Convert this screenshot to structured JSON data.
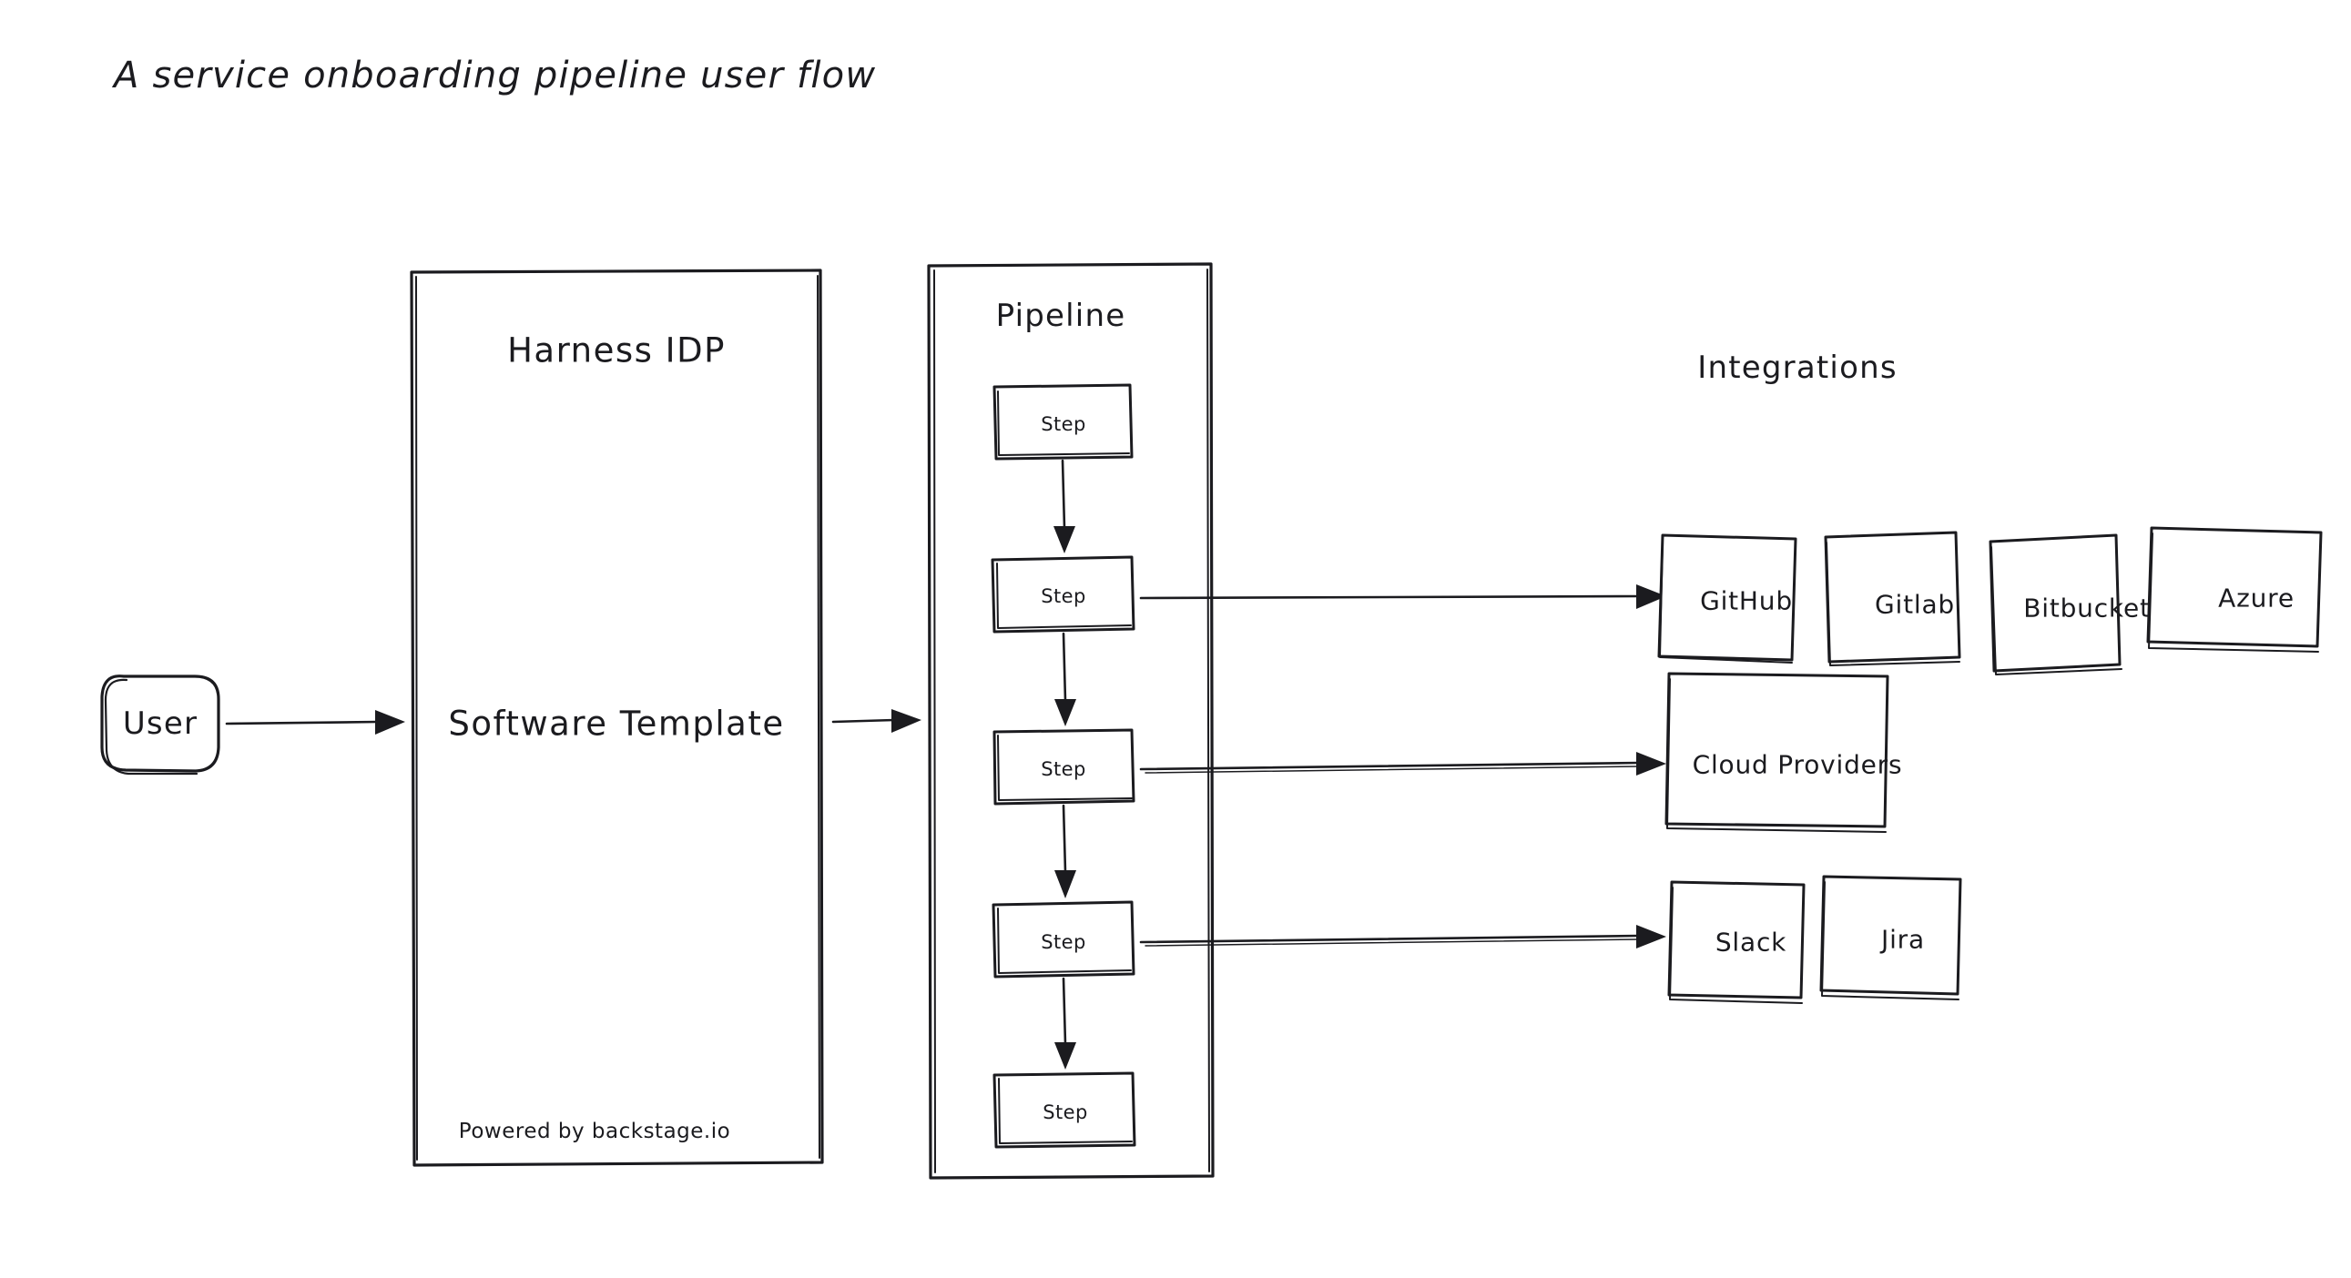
{
  "title": "A service onboarding pipeline user flow",
  "nodes": {
    "user": {
      "label": "User"
    },
    "idp": {
      "title": "Harness IDP",
      "template_label": "Software Template",
      "footer": "Powered by backstage.io"
    },
    "pipeline": {
      "title": "Pipeline",
      "steps": [
        {
          "label": "Step"
        },
        {
          "label": "Step"
        },
        {
          "label": "Step"
        },
        {
          "label": "Step"
        },
        {
          "label": "Step"
        }
      ]
    },
    "integrations": {
      "title": "Integrations",
      "scm": [
        {
          "label": "GitHub"
        },
        {
          "label": "Gitlab"
        },
        {
          "label": "Bitbucket"
        },
        {
          "label": "Azure"
        }
      ],
      "cloud": [
        {
          "label": "Cloud Providers"
        }
      ],
      "tools": [
        {
          "label": "Slack"
        },
        {
          "label": "Jira"
        }
      ]
    }
  },
  "colors": {
    "stroke": "#1b1b1f",
    "background": "#ffffff",
    "fill": "#ffffff"
  }
}
